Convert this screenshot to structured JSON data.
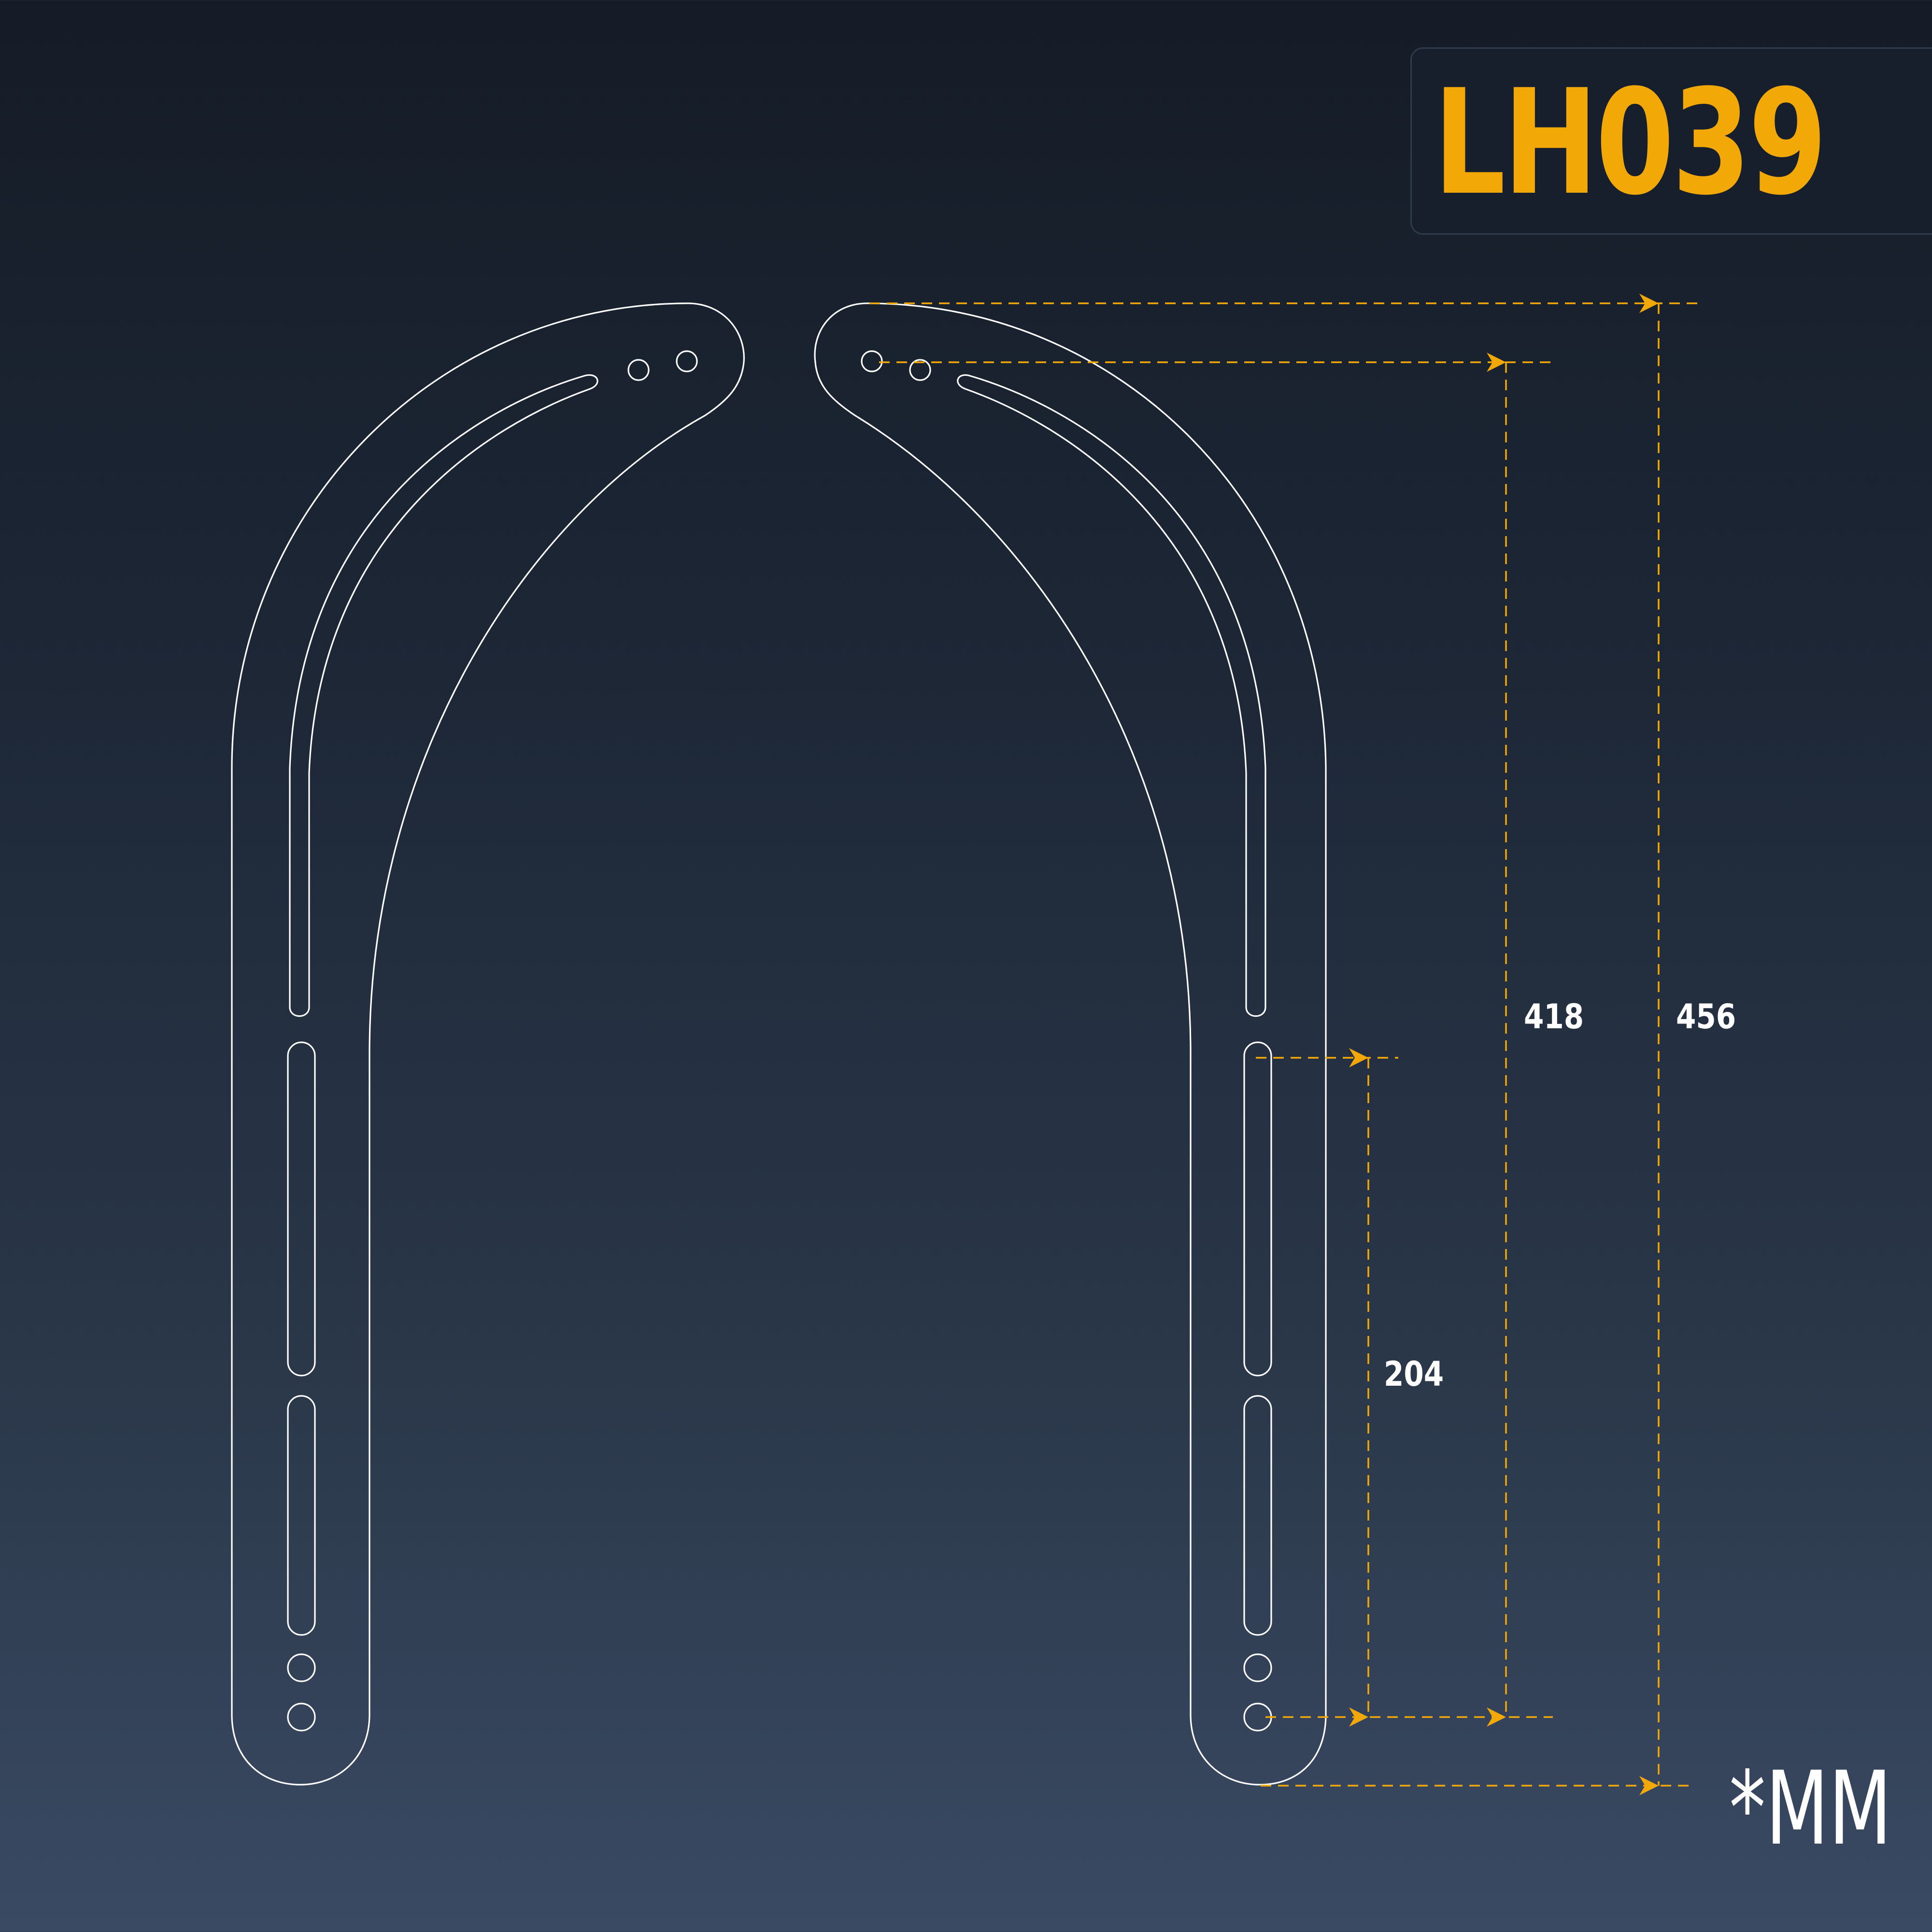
{
  "model": {
    "code": "LH039"
  },
  "dimensions": {
    "inner_short": "204",
    "hole_to_hole": "418",
    "overall_height": "456"
  },
  "unit_note": "*MM",
  "colors": {
    "accent": "#f2a807",
    "outline": "#ffffff",
    "badge_bg": "#161f2b"
  }
}
